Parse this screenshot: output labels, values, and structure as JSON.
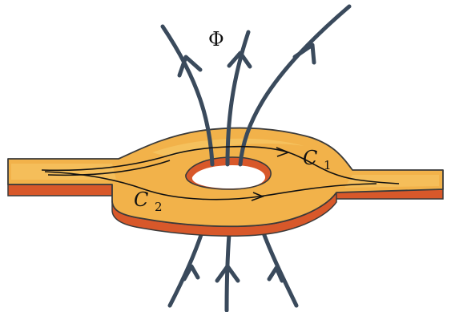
{
  "labels": {
    "flux": "Φ",
    "path1_letter": "C",
    "path1_sub": "1",
    "path2_letter": "C",
    "path2_sub": "2"
  },
  "colors": {
    "background": "#ffffff",
    "ribbon_top": "#f2b24a",
    "ribbon_top_light": "#f7c765",
    "ribbon_edge": "#d8582a",
    "outline": "#3a3a3a",
    "flux_arrows": "#3a4a5c",
    "paths": "#111111"
  }
}
